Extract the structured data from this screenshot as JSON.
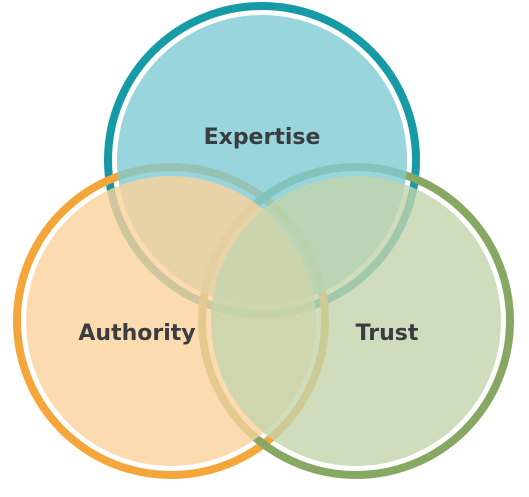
{
  "venn": {
    "sets": [
      {
        "key": "expertise",
        "label": "Expertise",
        "ring_color": "#169aa6",
        "fill_color": "#7ecbd3"
      },
      {
        "key": "authority",
        "label": "Authority",
        "ring_color": "#f4a63a",
        "fill_color": "#fcd29c"
      },
      {
        "key": "trust",
        "label": "Trust",
        "ring_color": "#87a862",
        "fill_color": "#c3d4ad"
      }
    ],
    "fill_opacity": 0.8,
    "text_color": "#3a3d40"
  }
}
